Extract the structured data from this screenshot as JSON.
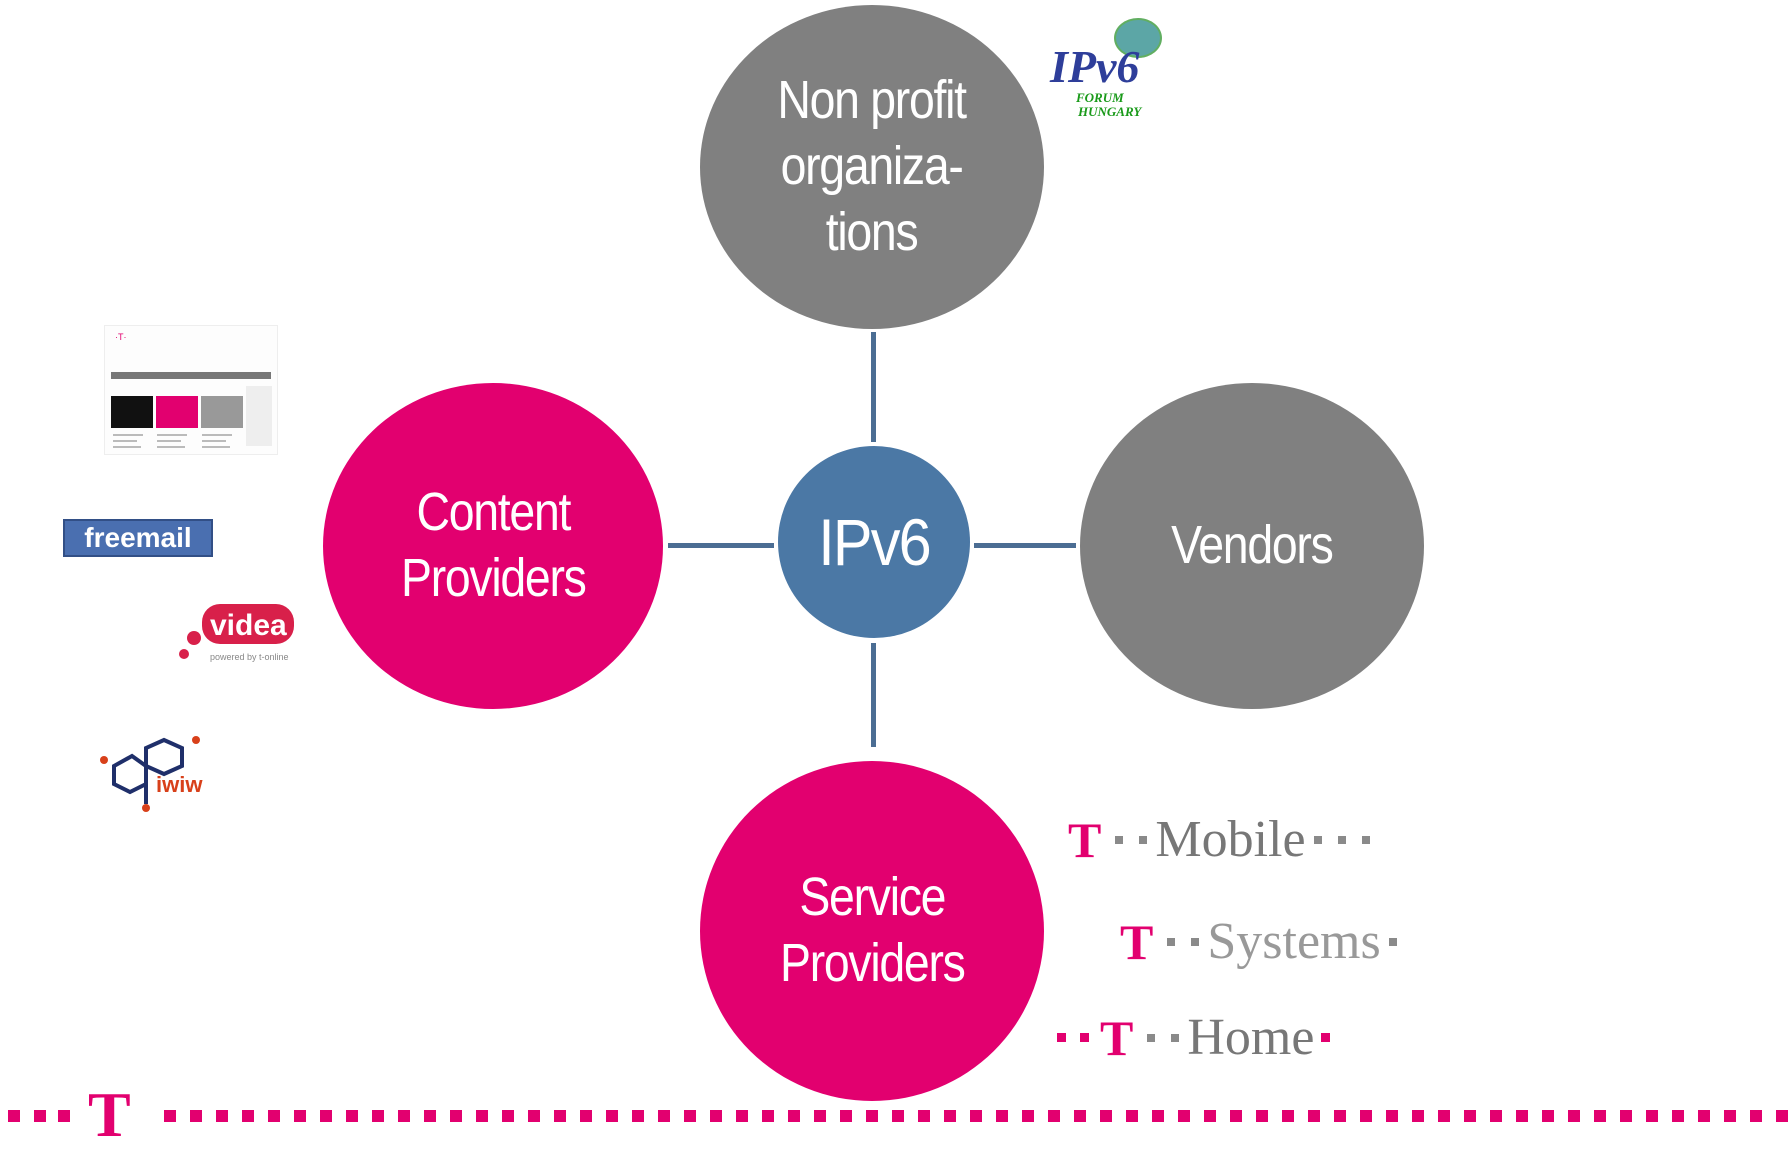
{
  "center": {
    "label": "IPv6"
  },
  "nodes": {
    "top": {
      "line1": "Non profit",
      "line2": "organiza-",
      "line3": "tions"
    },
    "right": {
      "label": "Vendors"
    },
    "left": {
      "line1": "Content",
      "line2": "Providers"
    },
    "bottom": {
      "line1": "Service",
      "line2": "Providers"
    }
  },
  "colors": {
    "center": "#4b78a5",
    "grey_node": "#808080",
    "magenta_node": "#e2006f",
    "connector": "#4b6d93",
    "brand": "#e2006f"
  },
  "logos": {
    "ipv6_forum": {
      "main": "IPv6",
      "sub1": "FORUM",
      "sub2": "HUNGARY"
    },
    "freemail": {
      "text": "freemail"
    },
    "videa": {
      "text": "videa",
      "sub": "powered by t-online"
    },
    "iwiw": {
      "text": "iwiw"
    },
    "website_thumbnail": {
      "icon": "website-screenshot-icon"
    }
  },
  "brands": {
    "mobile": {
      "t": "T",
      "name": "Mobile"
    },
    "systems": {
      "t": "T",
      "name": "Systems"
    },
    "home": {
      "t": "T",
      "name": "Home"
    },
    "footer_t": "T"
  }
}
